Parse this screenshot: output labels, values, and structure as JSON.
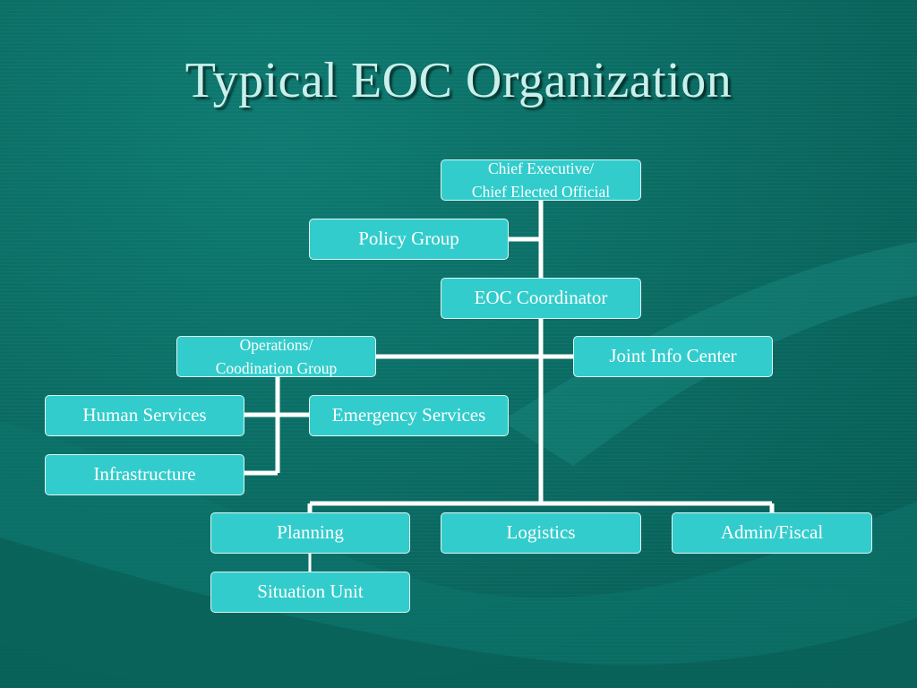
{
  "slide": {
    "title": "Typical EOC Organization"
  },
  "org": {
    "chief": {
      "line1": "Chief Executive/",
      "line2": "Chief Elected Official"
    },
    "policy_group": "Policy Group",
    "eoc_coordinator": "EOC Coordinator",
    "operations": {
      "line1": "Operations/",
      "line2": "Coodination Group"
    },
    "joint_info_center": "Joint Info Center",
    "human_services": "Human Services",
    "emergency_services": "Emergency Services",
    "infrastructure": "Infrastructure",
    "planning": "Planning",
    "logistics": "Logistics",
    "admin_fiscal": "Admin/Fiscal",
    "situation_unit": "Situation Unit"
  },
  "colors": {
    "background": "#0a6a62",
    "box_fill": "#33cccc",
    "connector": "#ffffff",
    "title": "#c9f0ea"
  }
}
